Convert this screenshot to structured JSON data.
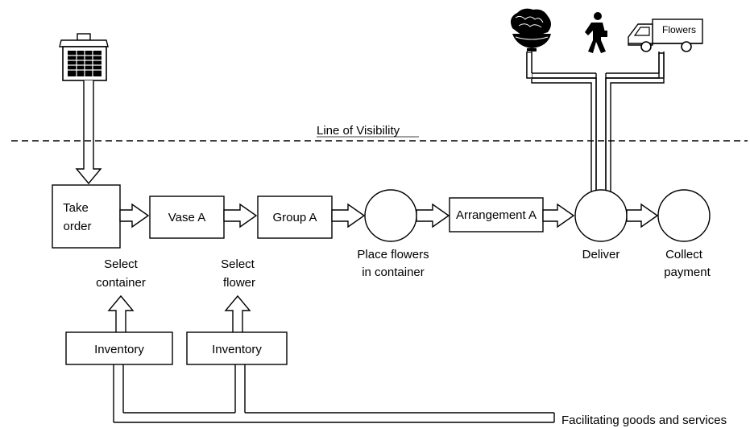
{
  "diagram": {
    "visibility_line_label": "Line of Visibility",
    "delivery_truck_label": "Flowers",
    "steps": {
      "take_order": [
        "Take",
        "order"
      ],
      "vase": "Vase A",
      "group": "Group A",
      "place_flowers": [
        "Place flowers",
        "in container"
      ],
      "arrangement": "Arrangement A",
      "deliver": "Deliver",
      "collect_payment": [
        "Collect",
        "payment"
      ]
    },
    "support": {
      "select_container": [
        "Select",
        "container"
      ],
      "select_flower": [
        "Select",
        "flower"
      ],
      "inventory_1": "Inventory",
      "inventory_2": "Inventory",
      "facilitating": "Facilitating goods and services"
    },
    "icons": [
      "telephone-icon",
      "flower-bouquet-icon",
      "delivery-person-icon",
      "delivery-truck-icon"
    ],
    "colors": {
      "ink": "#000000",
      "background": "#ffffff"
    }
  }
}
